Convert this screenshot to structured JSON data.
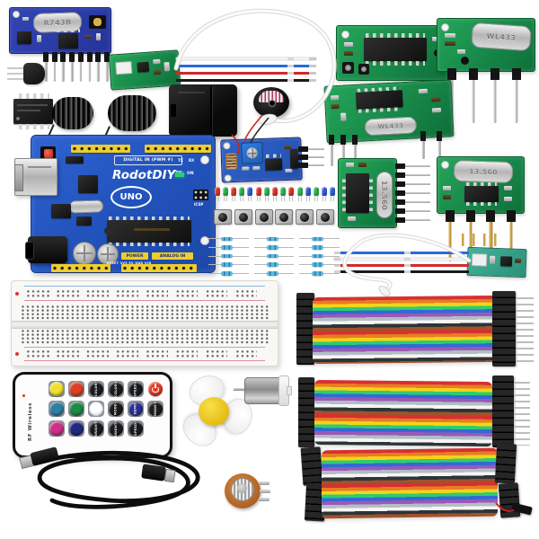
{
  "scene": {
    "description": "Flat-lay product photo of an electronics starter kit: UNO-compatible board, 433MHz RF transmitter/receiver modules, breadboard, jumper wires, RF remote, fan, motor, USB cable, potentiometer",
    "background": "#ffffff"
  },
  "board": {
    "brand": "RodotDIY",
    "trademark": "TM",
    "model": "UNO",
    "labels": {
      "digital": "DIGITAL IN (PWM #)",
      "power": "POWER",
      "analog": "ANALOG IN",
      "on": "ON",
      "icsp": "ICSP",
      "tx": "TX",
      "rx": "RX",
      "power_pins": "RESET 3V3 5V GND VIN"
    },
    "board_color": "#2456c2",
    "header_color": "#eecd2c"
  },
  "modules": {
    "blue_rf": {
      "crystal_label": "R743B",
      "pcb_color": "#2a38a6"
    },
    "wl433_receiver": {
      "crystal_label": "WL433",
      "pcb_color": "#17914c"
    },
    "wl433_small": {
      "crystal_label": "WL433",
      "pcb_color": "#17914c"
    },
    "mhz_side": {
      "crystal_label": "13.560",
      "pcb_color": "#17914c"
    },
    "mhz_down": {
      "crystal_label": "13.560",
      "pcb_color": "#17914c"
    }
  },
  "remote": {
    "side_label": "RF Wireless",
    "keys": [
      {
        "type": "color",
        "color": "#f0df33"
      },
      {
        "type": "color",
        "color": "#dd4024"
      },
      {
        "type": "fn",
        "label": "COLOR-"
      },
      {
        "type": "fn",
        "label": "COLOR+"
      },
      {
        "type": "fn",
        "label": "SPEED+"
      },
      {
        "type": "power"
      },
      {
        "type": "color",
        "color": "#2f7fa3"
      },
      {
        "type": "color",
        "color": "#1e8a44"
      },
      {
        "type": "color",
        "color": "#ffffff"
      },
      {
        "type": "fn",
        "label": "MODE-"
      },
      {
        "type": "fn",
        "label": "DEMO",
        "color": "#2b2e92"
      },
      {
        "type": "fn",
        "label": "MODE+"
      },
      {
        "type": "color",
        "color": "#cf2f88"
      },
      {
        "type": "color",
        "color": "#232a7d"
      },
      {
        "type": "fn",
        "label": "BRIGHT-"
      },
      {
        "type": "fn",
        "label": "BRIGHT+"
      },
      {
        "type": "fn",
        "label": "SPEED-"
      },
      {
        "type": "empty"
      }
    ]
  },
  "leds": {
    "colors": [
      "#e03128",
      "#2bb34b",
      "#e03128",
      "#2bb34b",
      "#2a5fd7",
      "#e03128",
      "#2bb34b",
      "#e03128",
      "#2bb34b",
      "#e03128",
      "#2bb34b",
      "#2a5fd7",
      "#2bb34b",
      "#2a5fd7",
      "#2a5fd7"
    ]
  },
  "wires": {
    "set1_colors": [
      "#f4f4f4",
      "#2a6ad9",
      "#d02a2a",
      "#1a1a1a"
    ],
    "set2_colors": [
      "#2a6ad9",
      "#f4f4f4",
      "#d02a2a",
      "#1a1a1a"
    ],
    "ribbon_palette": [
      "#d63031",
      "#e67e22",
      "#f5d31a",
      "#2ecc71",
      "#3468d6",
      "#9b59b6",
      "#b2bec3",
      "#f5f5f5",
      "#2d3436",
      "#a0522d"
    ]
  },
  "colors": {
    "pcb_green": "#17914c",
    "pcb_blue_module": "#2a38a6",
    "fan_hub": "#f2cd1c",
    "fan_blade": "#f6f6f6",
    "pot_body": "#c0702f",
    "resistor_body": "#5cb9e2",
    "breadboard": "#f8f8f5",
    "rail_red": "#e090a2",
    "rail_blue": "#8db8dd"
  }
}
